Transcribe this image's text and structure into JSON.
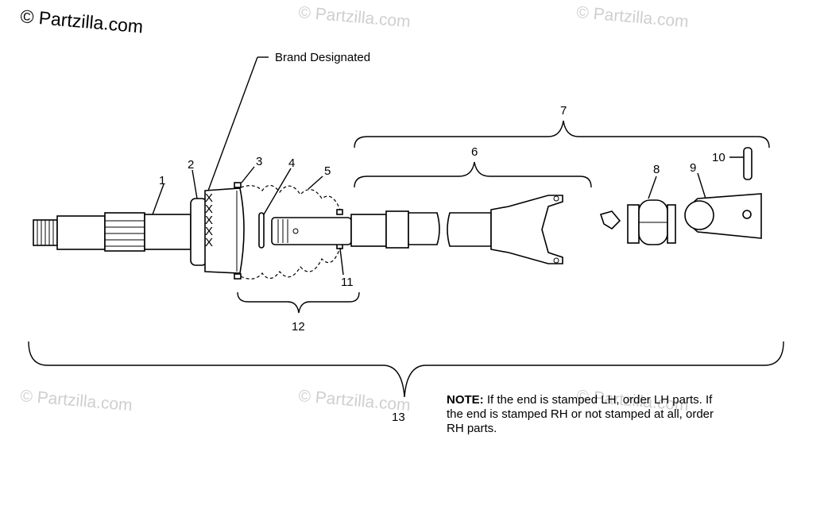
{
  "watermarks": {
    "main": "© Partzilla.com",
    "faint": "© Partzilla.com"
  },
  "callouts": {
    "brand_designated": "Brand Designated",
    "p1": "1",
    "p2": "2",
    "p3": "3",
    "p4": "4",
    "p5": "5",
    "p6": "6",
    "p7": "7",
    "p8": "8",
    "p9": "9",
    "p10": "10",
    "p11": "11",
    "p12": "12",
    "p13": "13"
  },
  "boot_marks": [
    "X",
    "X",
    "X",
    "X",
    "X"
  ],
  "note": {
    "label": "NOTE:",
    "text": "If the end is stamped LH, order LH parts.  If the end is stamped RH or not stamped at all, order RH parts."
  }
}
